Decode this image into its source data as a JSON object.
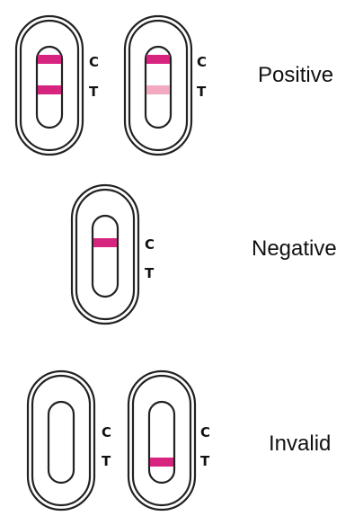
{
  "colors": {
    "outline": "#222222",
    "line_strong": "#d6247f",
    "line_faint": "#f3a9bf",
    "background": "#ffffff"
  },
  "markers": {
    "control": "C",
    "test": "T"
  },
  "rows": [
    {
      "label": "Positive",
      "cassettes": [
        {
          "control_line": "strong",
          "test_line": "strong"
        },
        {
          "control_line": "strong",
          "test_line": "faint"
        }
      ]
    },
    {
      "label": "Negative",
      "cassettes": [
        {
          "control_line": "strong",
          "test_line": "none"
        }
      ]
    },
    {
      "label": "Invalid",
      "cassettes": [
        {
          "control_line": "none",
          "test_line": "none"
        },
        {
          "control_line": "none",
          "test_line": "strong"
        }
      ]
    }
  ]
}
